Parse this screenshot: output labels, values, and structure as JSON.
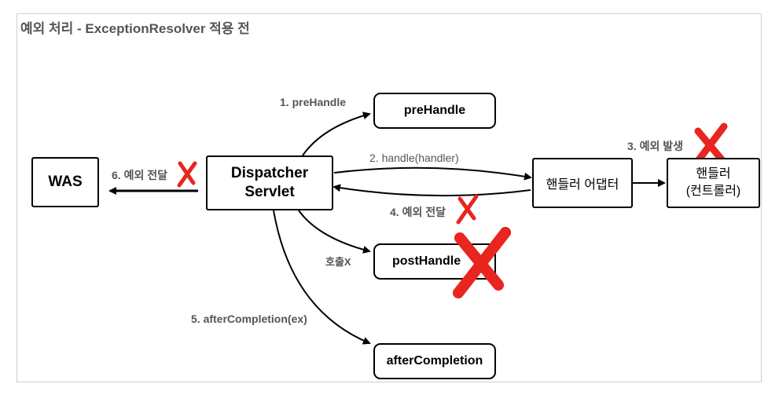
{
  "title": "예외 처리 - ExceptionResolver 적용 전",
  "nodes": {
    "was": "WAS",
    "dispatcher_line1": "Dispatcher",
    "dispatcher_line2": "Servlet",
    "prehandle": "preHandle",
    "adapter": "핸들러 어댑터",
    "handler_line1": "핸들러",
    "handler_line2": "(컨트롤러)",
    "posthandle": "postHandle",
    "aftercompletion": "afterCompletion"
  },
  "labels": {
    "step1": "1. preHandle",
    "step2": "2. handle(handler)",
    "step3": "3. 예외 발생",
    "step4": "4. 예외 전달",
    "step5": "5. afterCompletion(ex)",
    "step6": "6. 예외 전달",
    "no_call": "호출X"
  },
  "colors": {
    "cross": "#e8251f",
    "label": "#555555"
  }
}
